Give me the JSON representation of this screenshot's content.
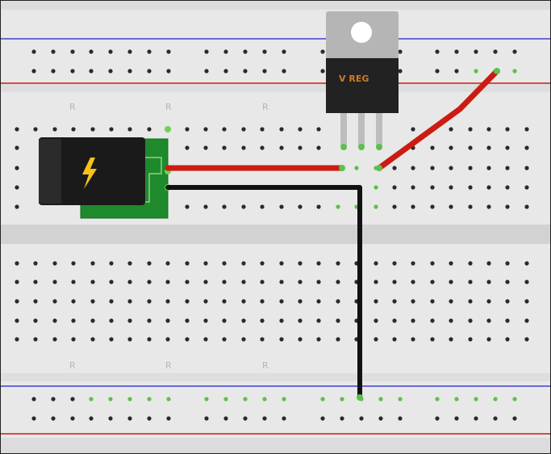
{
  "breadboard": {
    "body_color": "#e6e6e6",
    "hole_color": "#2a2a2a",
    "connected_hole_color": "#5cc04a",
    "rail_blue": "#6a6ad8",
    "rail_red": "#d84a4a",
    "row_letters": [
      "R",
      "R",
      "R"
    ]
  },
  "components": {
    "regulator": {
      "name": "voltage-regulator",
      "marking": "V REG"
    },
    "power_jack": {
      "name": "dc-barrel-jack",
      "icon": "lightning-icon"
    }
  },
  "wires": [
    {
      "name": "red-wire-input",
      "color": "#cc1b12"
    },
    {
      "name": "red-wire-output",
      "color": "#cc1b12"
    },
    {
      "name": "black-wire-ground",
      "color": "#111111"
    }
  ]
}
